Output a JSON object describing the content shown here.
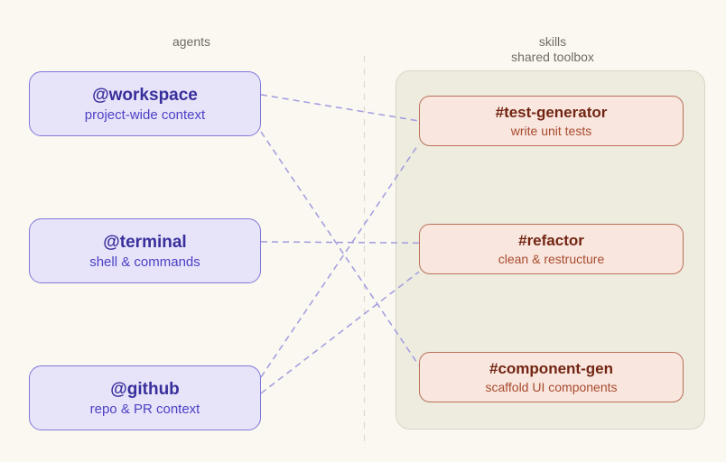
{
  "columns": {
    "agents": {
      "header": "agents"
    },
    "skills": {
      "header_line1": "skills",
      "header_line2": "shared toolbox"
    }
  },
  "agents": [
    {
      "id": "workspace",
      "title": "@workspace",
      "subtitle": "project-wide context"
    },
    {
      "id": "terminal",
      "title": "@terminal",
      "subtitle": "shell & commands"
    },
    {
      "id": "github",
      "title": "@github",
      "subtitle": "repo & PR context"
    }
  ],
  "skills": [
    {
      "id": "test-generator",
      "title": "#test-generator",
      "subtitle": "write unit tests"
    },
    {
      "id": "refactor",
      "title": "#refactor",
      "subtitle": "clean & restructure"
    },
    {
      "id": "component-gen",
      "title": "#component-gen",
      "subtitle": "scaffold UI components"
    }
  ],
  "connections": [
    {
      "from": "workspace",
      "to": "test-generator",
      "fromY": 0.36,
      "toY": 0.5
    },
    {
      "from": "workspace",
      "to": "component-gen",
      "fromY": 0.93,
      "toY": 0.27
    },
    {
      "from": "terminal",
      "to": "refactor",
      "fromY": 0.36,
      "toY": 0.38
    },
    {
      "from": "github",
      "to": "test-generator",
      "fromY": 0.18,
      "toY": 0.95
    },
    {
      "from": "github",
      "to": "refactor",
      "fromY": 0.43,
      "toY": 0.95
    }
  ],
  "colors": {
    "bg": "#faf8f1",
    "header_text": "#6e6c64",
    "agent_fill": "#e7e4fa",
    "agent_border": "#8177d8",
    "agent_title": "#392f9c",
    "agent_subtitle": "#4c40c4",
    "skill_fill": "#f9e6df",
    "skill_border": "#ba7058",
    "skill_title": "#722512",
    "skill_subtitle": "#a84b2e",
    "container_fill": "#edecdf",
    "container_border": "#d8d6c6",
    "divider": "#dcdacf",
    "connector": "#a29bdf"
  }
}
